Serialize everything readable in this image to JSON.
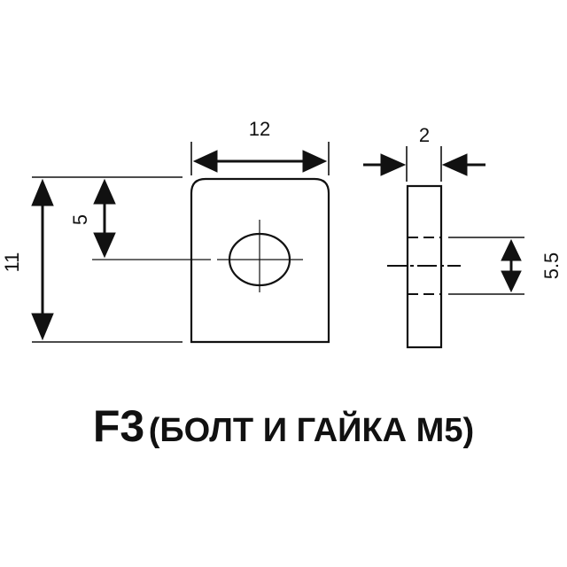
{
  "dimensions": {
    "width": "12",
    "height": "11",
    "hole_offset": "5",
    "thickness": "2",
    "hole_diameter": "5.5"
  },
  "caption": {
    "code": "F3",
    "description": "(БОЛТ И ГАЙКА М5)"
  },
  "colors": {
    "line": "#111111",
    "background": "#ffffff"
  }
}
